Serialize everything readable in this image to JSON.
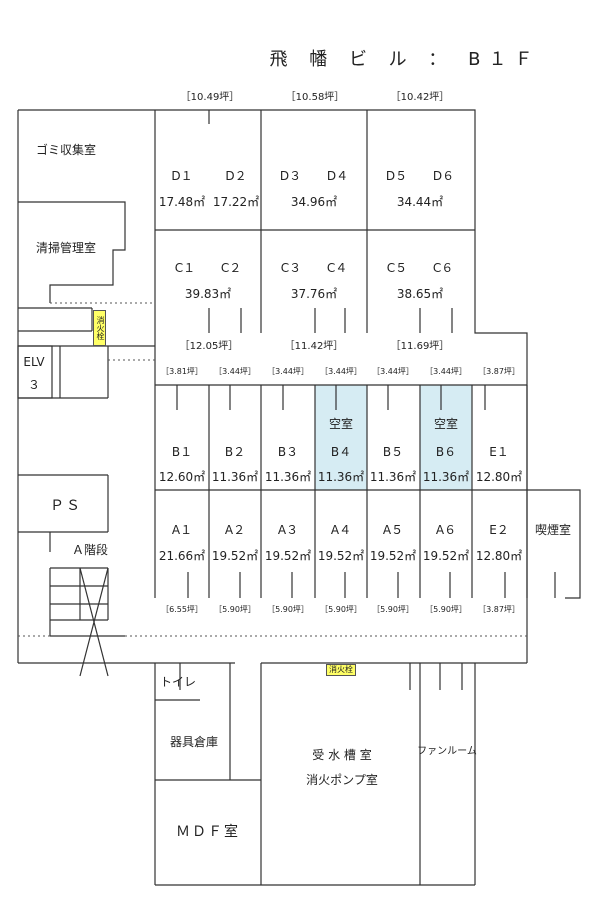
{
  "title": "飛 幡 ビ ル ： B１Ｆ",
  "colors": {
    "vacant": "#d6ecf3",
    "fire": "#ffff66",
    "wall": "#333333"
  },
  "tsubo_top": [
    "［10.49坪］",
    "［10.58坪］",
    "［10.42坪］"
  ],
  "d_row": [
    {
      "id": "D１",
      "area": "17.48㎡"
    },
    {
      "id": "D２",
      "area": "17.22㎡"
    },
    {
      "id": "D３ D４",
      "area": "34.96㎡"
    },
    {
      "id": "D５ D６",
      "area": "34.44㎡"
    }
  ],
  "c_row": [
    {
      "id": "C１ C２",
      "area": "39.83㎡"
    },
    {
      "id": "C３ C４",
      "area": "37.76㎡"
    },
    {
      "id": "C５ C６",
      "area": "38.65㎡"
    }
  ],
  "tsubo_mid": [
    "［12.05坪］",
    "［11.42坪］",
    "［11.69坪］"
  ],
  "tsubo_b": [
    "［3.81坪］",
    "［3.44坪］",
    "［3.44坪］",
    "［3.44坪］",
    "［3.44坪］",
    "［3.44坪］",
    "［3.87坪］"
  ],
  "b_row": [
    {
      "id": "B１",
      "area": "12.60㎡"
    },
    {
      "id": "B２",
      "area": "11.36㎡"
    },
    {
      "id": "B３",
      "area": "11.36㎡"
    },
    {
      "id": "B４",
      "area": "11.36㎡",
      "status": "空室"
    },
    {
      "id": "B５",
      "area": "11.36㎡"
    },
    {
      "id": "B６",
      "area": "11.36㎡",
      "status": "空室"
    },
    {
      "id": "E１",
      "area": "12.80㎡"
    }
  ],
  "a_row": [
    {
      "id": "A１",
      "area": "21.66㎡"
    },
    {
      "id": "A２",
      "area": "19.52㎡"
    },
    {
      "id": "A３",
      "area": "19.52㎡"
    },
    {
      "id": "A４",
      "area": "19.52㎡"
    },
    {
      "id": "A５",
      "area": "19.52㎡"
    },
    {
      "id": "A６",
      "area": "19.52㎡"
    },
    {
      "id": "E２",
      "area": "12.80㎡"
    }
  ],
  "tsubo_a": [
    "［6.55坪］",
    "［5.90坪］",
    "［5.90坪］",
    "［5.90坪］",
    "［5.90坪］",
    "［5.90坪］",
    "［3.87坪］"
  ],
  "rooms": {
    "garbage": "ゴミ収集室",
    "cleaning": "清掃管理室",
    "elv": "ELV",
    "elv_no": "３",
    "ps": "ＰＳ",
    "stairs": "Ａ階段",
    "smoking": "喫煙室",
    "toilet": "トイレ",
    "storage": "器具倉庫",
    "mdf": "ＭＤＦ室",
    "water": "受 水 槽 室",
    "pump": "消火ポンプ室",
    "fan": "ファンルーム",
    "fire1": "消火栓",
    "fire2": "消火栓"
  }
}
